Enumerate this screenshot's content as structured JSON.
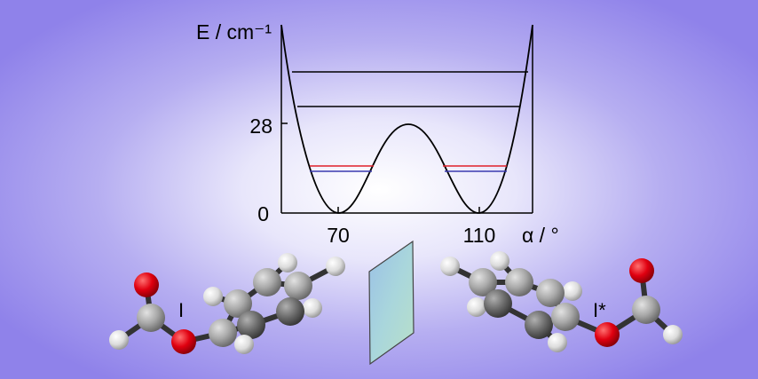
{
  "colors": {
    "background_center": "#ffffff",
    "background_edge": "#8f82ea",
    "curve": "#000000",
    "level_red": "#e0202a",
    "level_blue": "#3a3ab0",
    "oxygen": "#e00010",
    "carbon_light": "#a8a8a8",
    "carbon_dark": "#6c6c6c",
    "hydrogen": "#dcdcdc",
    "mirror": "#a9c9dc"
  },
  "diagram": {
    "y_axis_label": "E / cm⁻¹",
    "x_axis_label": "α / °",
    "y_ticks": [
      {
        "label": "28",
        "value": 28
      },
      {
        "label": "0",
        "value": 0
      }
    ],
    "x_ticks": [
      {
        "label": "70",
        "value": 70
      },
      {
        "label": "110",
        "value": 110
      }
    ],
    "left_molecule_label": "I",
    "right_molecule_label": "I*"
  }
}
